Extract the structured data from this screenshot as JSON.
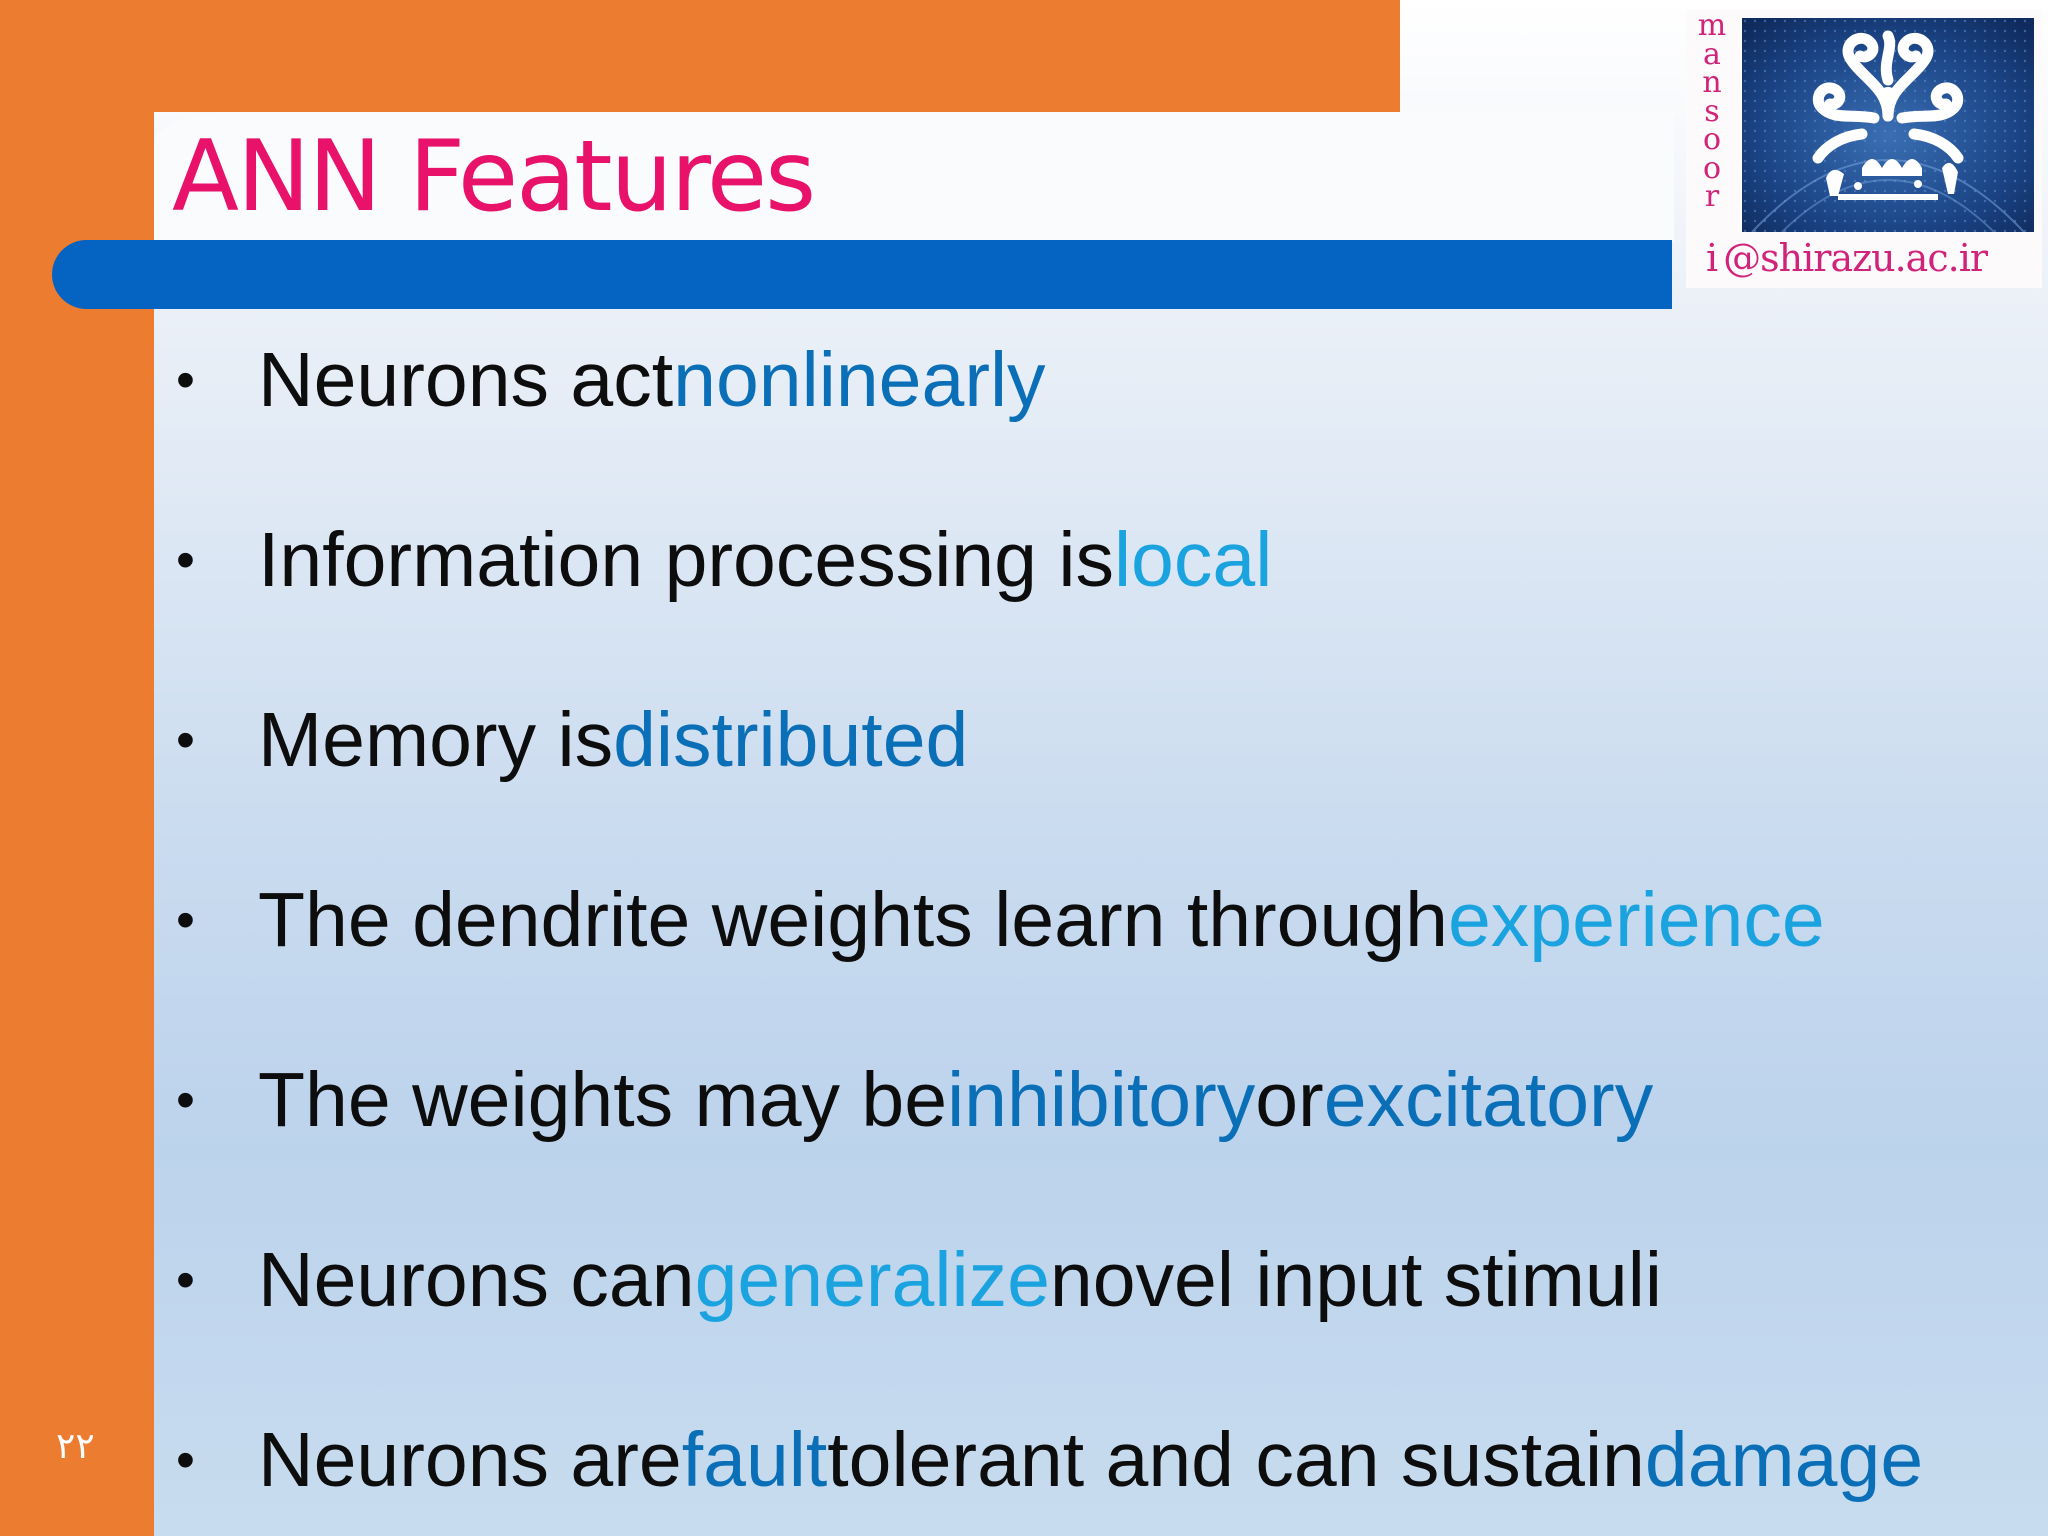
{
  "colors": {
    "orange": "#ec7c30",
    "blue_bar": "#0563c1",
    "title": "#e8126a",
    "highlight_dark_blue": "#0a6fb6",
    "highlight_light_blue": "#1aa3df",
    "logo_pink": "#d0247a",
    "logo_navy": "#173a78"
  },
  "title": "ANN Features",
  "logo": {
    "vertical_letters": [
      "m",
      "a",
      "n",
      "s",
      "o",
      "o",
      "r"
    ],
    "email_first": "i",
    "email_rest": "@shirazu.ac.ir",
    "emblem_icon": "shiraz-university-emblem-icon"
  },
  "bullets": [
    {
      "plain1": "Neurons act ",
      "hl1": "nonlinearly"
    },
    {
      "plain1": "Information processing is ",
      "hl1": "local"
    },
    {
      "plain1": "Memory is ",
      "hl1": "distributed"
    },
    {
      "plain1": "The dendrite weights learn through ",
      "hl1": "experience"
    },
    {
      "plain1": "The weights may be ",
      "hl1": "inhibitory",
      "plain2": " or ",
      "hl2": "excitatory"
    },
    {
      "plain1": "Neurons can ",
      "hl1": "generalize",
      "plain2": " novel input stimuli"
    },
    {
      "plain1": "Neurons are ",
      "hl1": "fault",
      "plain2": " tolerant and can sustain ",
      "hl2": "damage"
    }
  ],
  "bullet_symbol": "•",
  "page_number": "۲۲"
}
